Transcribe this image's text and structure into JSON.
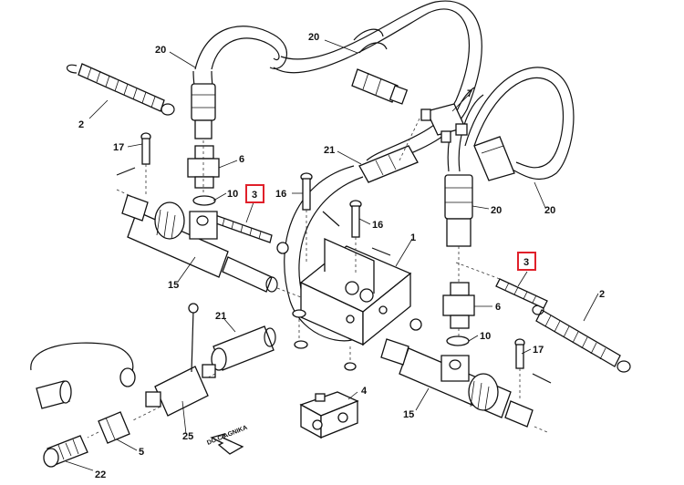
{
  "callouts": {
    "c20a": "20",
    "c20b": "20",
    "c20c": "20",
    "c20d": "20",
    "c2a": "2",
    "c2b": "2",
    "c17a": "17",
    "c17b": "17",
    "c6a": "6",
    "c6b": "6",
    "c10a": "10",
    "c10b": "10",
    "c3a": "3",
    "c3b": "3",
    "c16a": "16",
    "c16b": "16",
    "c21a": "21",
    "c21b": "21",
    "c7": "7",
    "c1": "1",
    "c15a": "15",
    "c15b": "15",
    "c4": "4",
    "c5": "5",
    "c22": "22",
    "c25": "25"
  },
  "direction_label": "DO CIAGNIKA",
  "colors": {
    "line": "#111111",
    "highlight": "#e0202a",
    "background": "#ffffff"
  }
}
